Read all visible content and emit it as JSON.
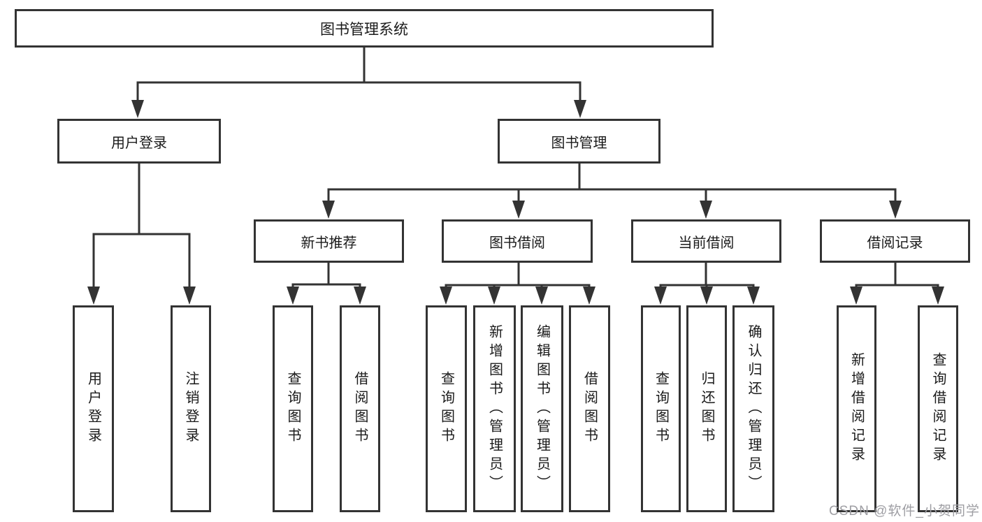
{
  "diagram_type": "hierarchy-tree",
  "watermark": "CSDN @软件_小贺同学",
  "colors": {
    "background": "#ffffff",
    "line": "#333333",
    "box_border": "#333333",
    "box_fill": "#ffffff",
    "text": "#1a1a1a",
    "watermark": "#9e9ea3"
  },
  "tree": {
    "label": "图书管理系统",
    "children": [
      {
        "label": "用户登录",
        "children": [
          {
            "label": "用户登录"
          },
          {
            "label": "注销登录"
          }
        ]
      },
      {
        "label": "图书管理",
        "children": [
          {
            "label": "新书推荐",
            "children": [
              {
                "label": "查询图书"
              },
              {
                "label": "借阅图书"
              }
            ]
          },
          {
            "label": "图书借阅",
            "children": [
              {
                "label": "查询图书"
              },
              {
                "label": "新增图书（管理员）"
              },
              {
                "label": "编辑图书（管理员）"
              },
              {
                "label": "借阅图书"
              }
            ]
          },
          {
            "label": "当前借阅",
            "children": [
              {
                "label": "查询图书"
              },
              {
                "label": "归还图书"
              },
              {
                "label": "确认归还（管理员）"
              }
            ]
          },
          {
            "label": "借阅记录",
            "children": [
              {
                "label": "新增借阅记录"
              },
              {
                "label": "查询借阅记录"
              }
            ]
          }
        ]
      }
    ]
  }
}
